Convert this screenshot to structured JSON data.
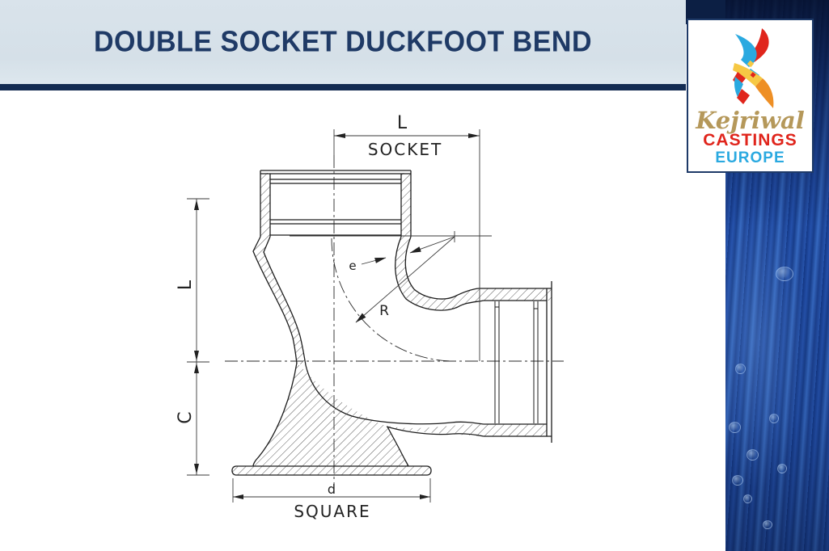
{
  "slide": {
    "title": "DOUBLE SOCKET DUCKFOOT BEND"
  },
  "logo": {
    "brand": "Kejriwal",
    "line2": "CASTINGS",
    "line3": "EUROPE"
  },
  "drawing": {
    "labels": {
      "socket_length": "L",
      "socket_text": "SOCKET",
      "vertical_length": "L",
      "center_height": "C",
      "wall_thickness": "e",
      "bend_radius": "R",
      "base_width": "d",
      "base_shape": "SQUARE"
    }
  },
  "colors": {
    "title_text": "#1f3a66",
    "header_bg": "#d7e1e9",
    "header_rule": "#132b52",
    "logo_gold": "#b5985a",
    "logo_red": "#e0251c",
    "logo_blue": "#2aa9e0",
    "logo_yellow": "#f6c844",
    "logo_orange": "#ee8f25",
    "water_blue": "#2a5ab8",
    "line_black": "#1c1c1c"
  }
}
